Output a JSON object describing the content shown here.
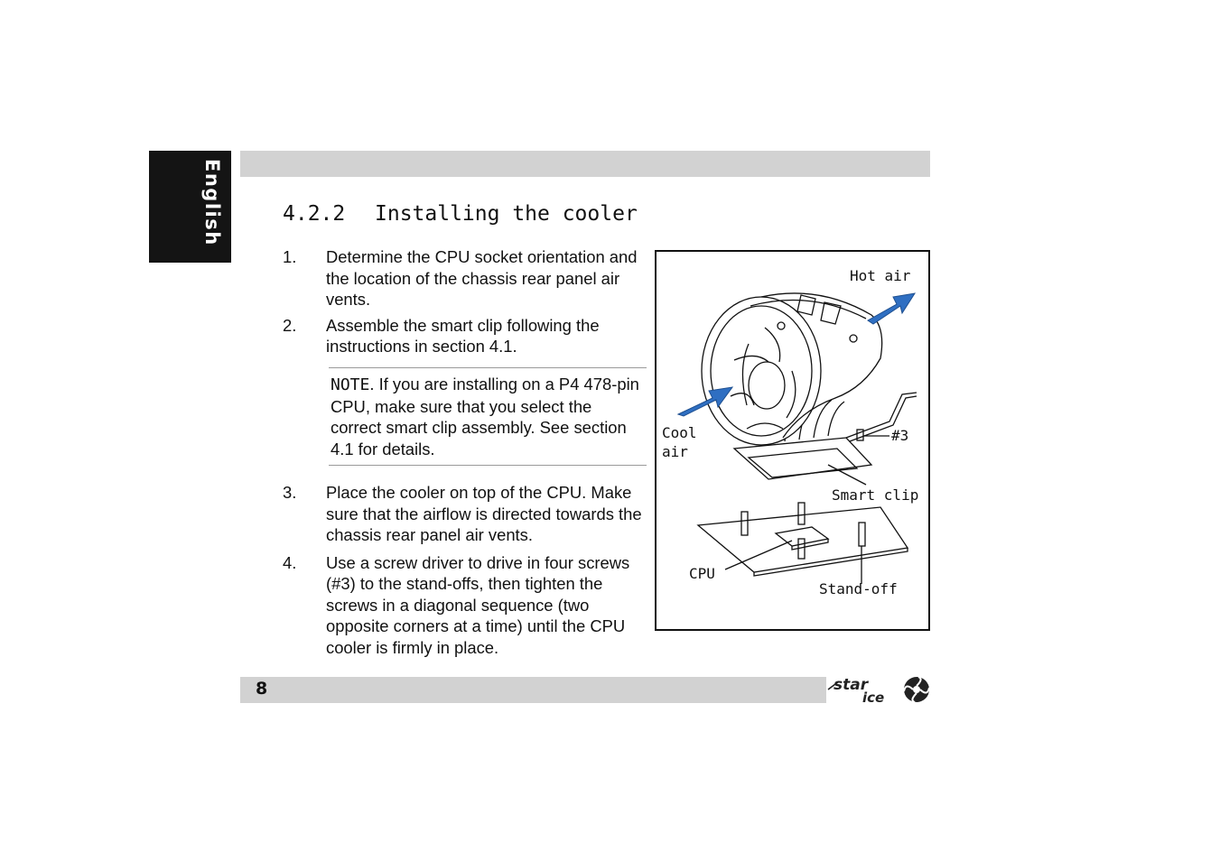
{
  "sidebar_tab": {
    "label": "English"
  },
  "section": {
    "number": "4.2.2",
    "title": "Installing the cooler"
  },
  "steps": [
    {
      "n": "1.",
      "text": "Determine the CPU socket orientation and the location of the chassis rear panel air vents."
    },
    {
      "n": "2.",
      "text": "Assemble the smart clip following the instructions in section 4.1."
    },
    {
      "n": "3.",
      "text": "Place the cooler on top of the CPU. Make sure that the airflow is directed towards the chassis rear panel air vents."
    },
    {
      "n": "4.",
      "text": "Use a screw driver to drive in four screws (#3) to the stand-offs, then tighten the screws in a diagonal sequence (two opposite corners at a time) until the CPU cooler is firmly in place."
    }
  ],
  "note": {
    "label": "NOTE",
    "text": ". If you are installing on a P4 478-pin CPU, make sure that you select the correct smart clip assembly. See section 4.1 for details."
  },
  "figure": {
    "hot_air": "Hot air",
    "cool_air_line1": "Cool",
    "cool_air_line2": "air",
    "screw": "#3",
    "smart_clip": "Smart clip",
    "cpu": "CPU",
    "standoff": "Stand-off",
    "arrow_color": "#2f6fc2"
  },
  "footer": {
    "page_number": "8",
    "logo_line1": "star",
    "logo_line2": "ice"
  }
}
